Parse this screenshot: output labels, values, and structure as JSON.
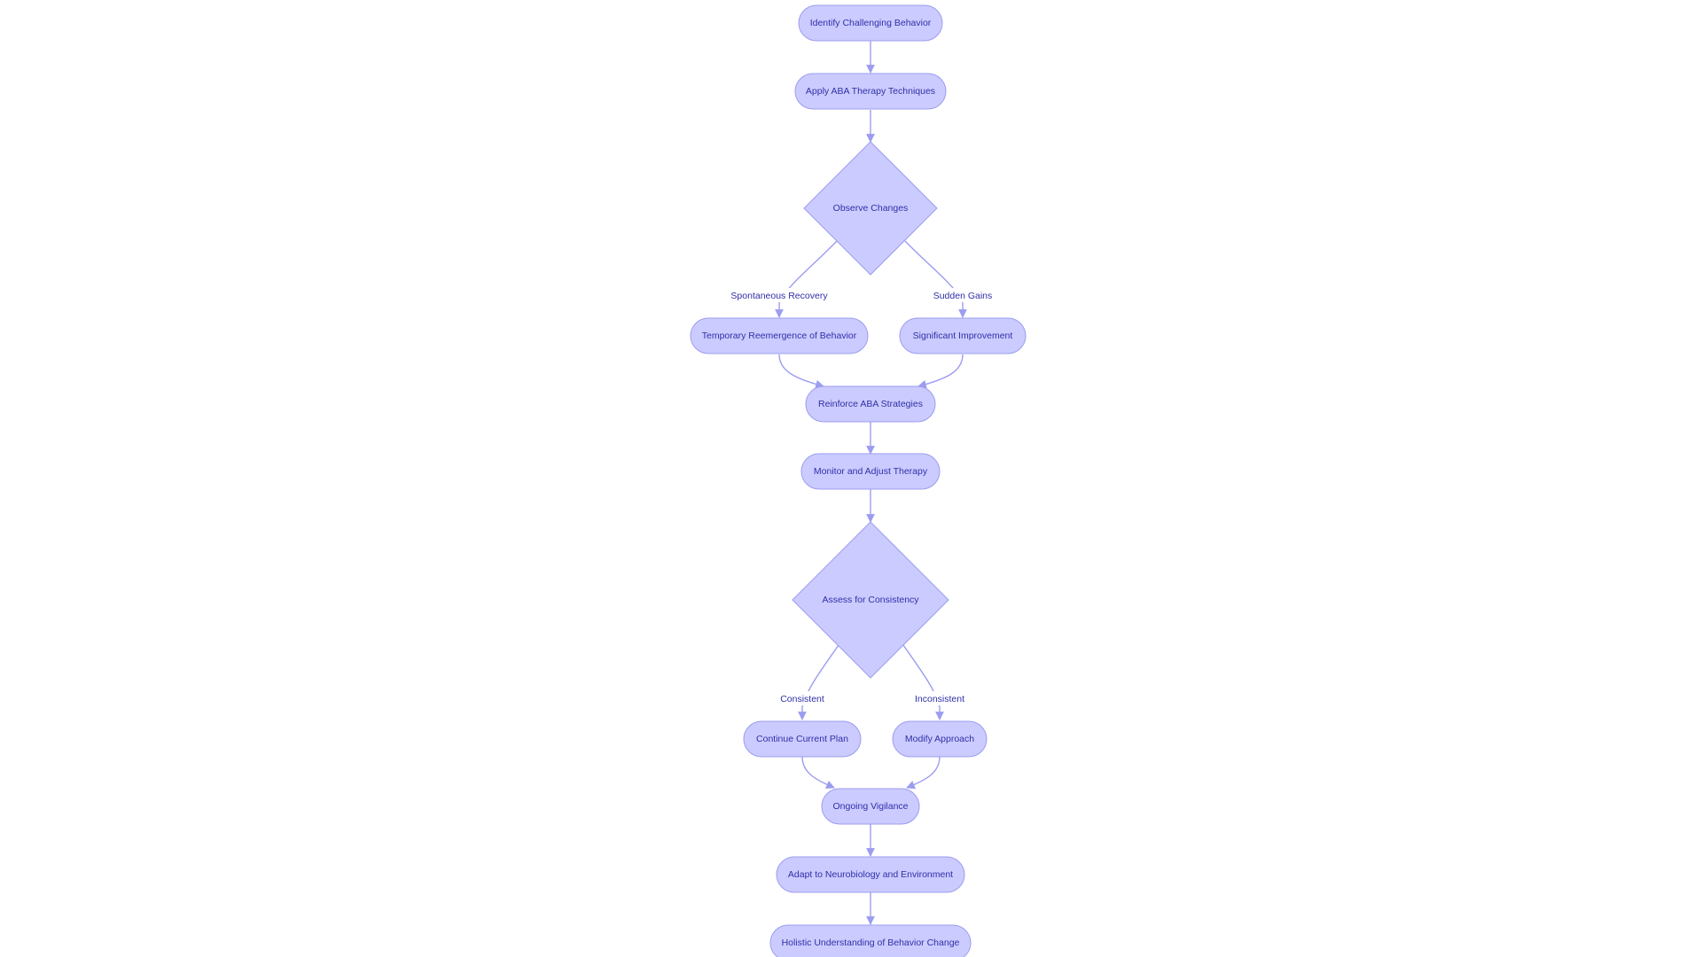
{
  "colors": {
    "node_fill": "#cbcbff",
    "node_stroke": "#9c9cf0",
    "text": "#2f2fa8",
    "edge": "#9c9cf0",
    "background": "#ffffff"
  },
  "nodes": {
    "identify": "Identify Challenging Behavior",
    "apply": "Apply ABA Therapy Techniques",
    "observe": "Observe Changes",
    "temporary": "Temporary Reemergence of Behavior",
    "significant": "Significant Improvement",
    "reinforce": "Reinforce ABA Strategies",
    "monitor": "Monitor and Adjust Therapy",
    "assess": "Assess for Consistency",
    "continue": "Continue Current Plan",
    "modify": "Modify Approach",
    "vigilance": "Ongoing Vigilance",
    "adapt": "Adapt to Neurobiology and Environment",
    "holistic": "Holistic Understanding of Behavior Change"
  },
  "edge_labels": {
    "spontaneous": "Spontaneous Recovery",
    "sudden": "Sudden Gains",
    "consistent": "Consistent",
    "inconsistent": "Inconsistent"
  }
}
